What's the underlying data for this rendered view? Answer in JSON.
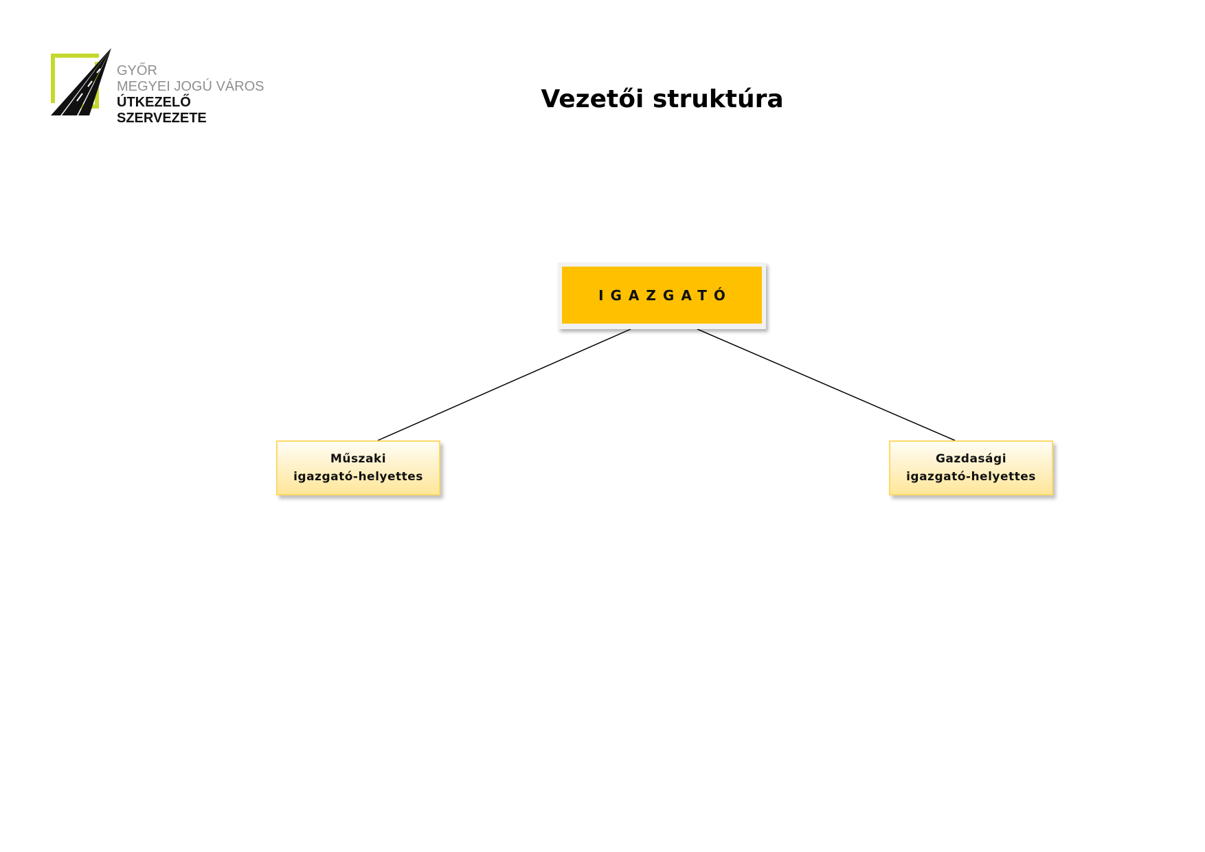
{
  "logo": {
    "line1": "GYŐR",
    "line2": "MEGYEI JOGÚ VÁROS",
    "line3": "ÚTKEZELŐ SZERVEZETE",
    "accent_color": "#c4d82e"
  },
  "title": "Vezetői struktúra",
  "chart": {
    "root": {
      "label": "IGAZGATÓ",
      "color": "#ffc000"
    },
    "children": [
      {
        "line1": "Műszaki",
        "line2": "igazgató-helyettes"
      },
      {
        "line1": "Gazdasági",
        "line2": "igazgató-helyettes"
      }
    ]
  }
}
